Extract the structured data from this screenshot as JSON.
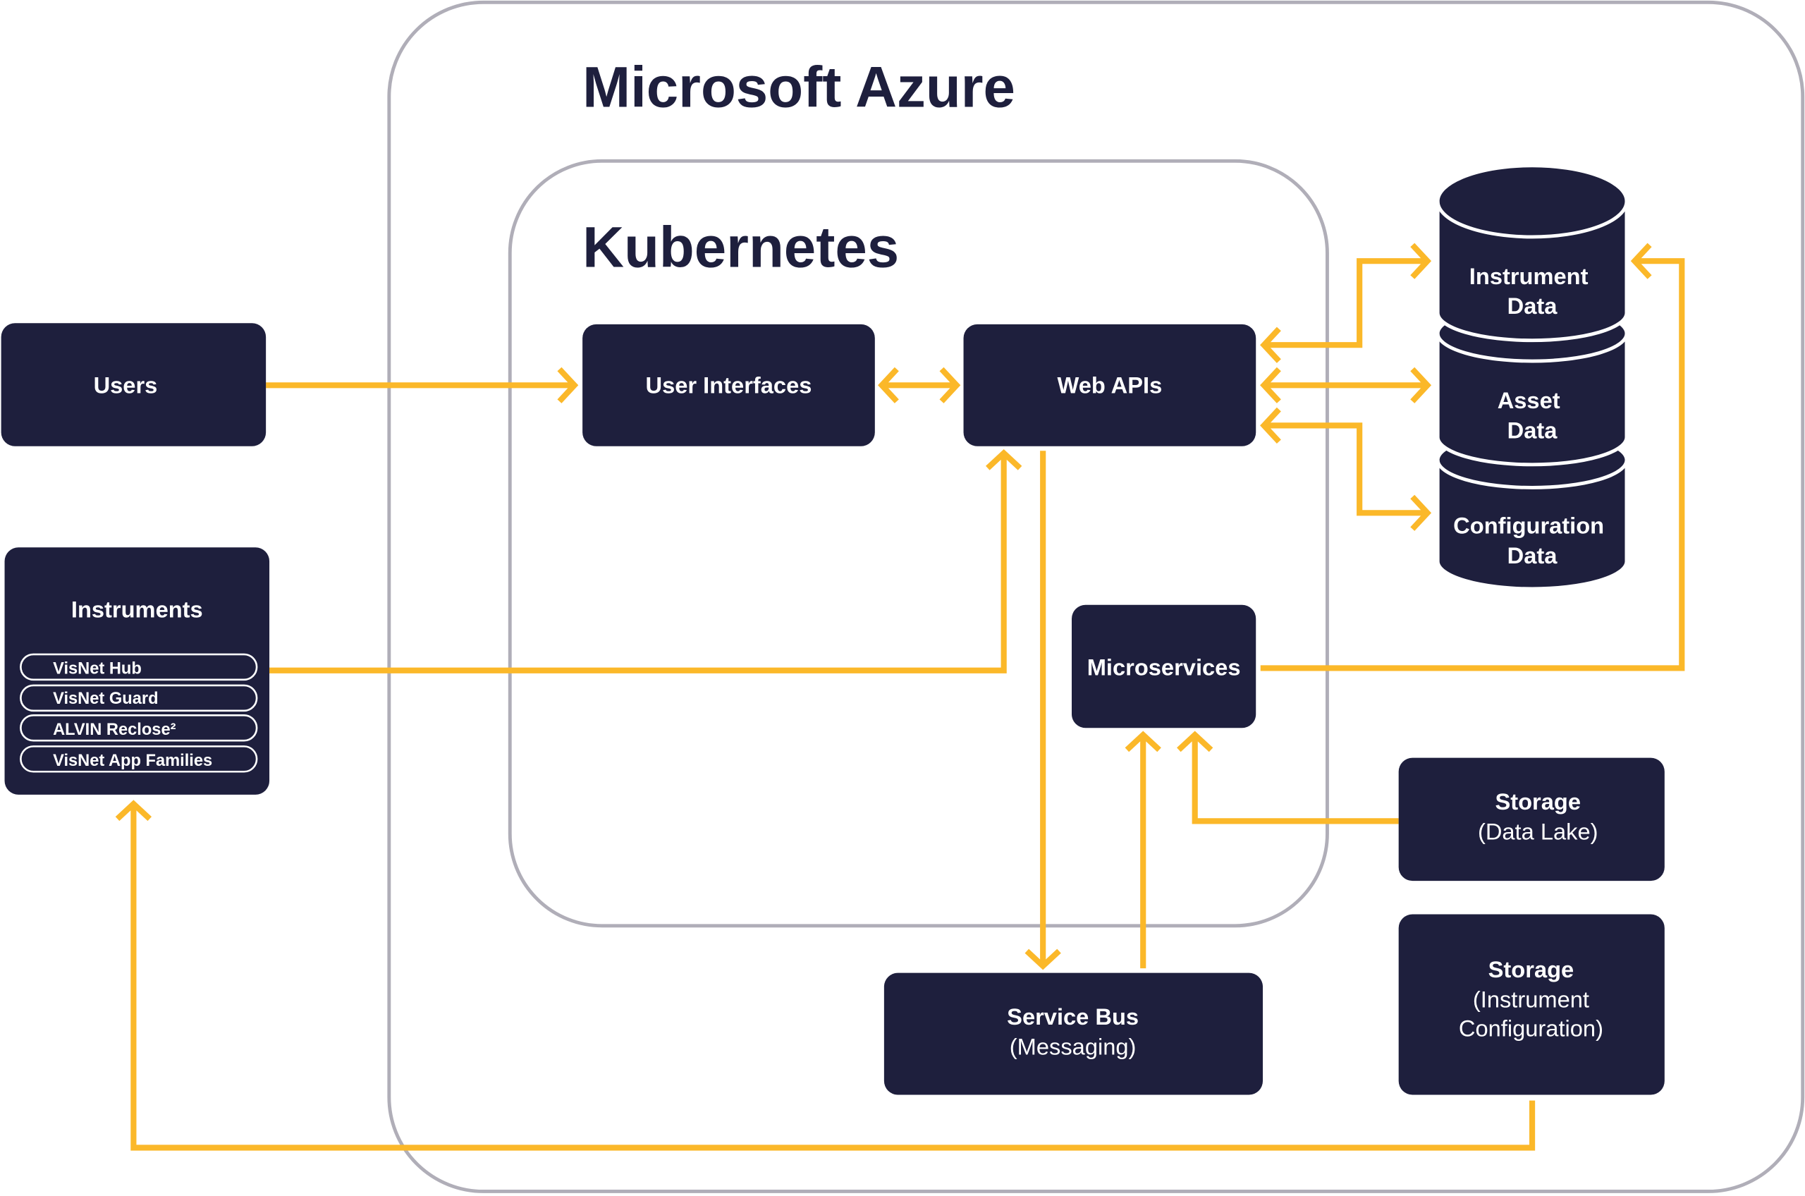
{
  "diagram": {
    "containers": {
      "azure": {
        "title": "Microsoft Azure"
      },
      "kubernetes": {
        "title": "Kubernetes"
      }
    },
    "nodes": {
      "users": {
        "label": "Users"
      },
      "user_interfaces": {
        "label": "User Interfaces"
      },
      "web_apis": {
        "label": "Web APIs"
      },
      "instruments": {
        "label": "Instruments",
        "items": [
          "VisNet Hub",
          "VisNet Guard",
          "ALVIN Reclose²",
          "VisNet App Families"
        ]
      },
      "microservices": {
        "label": "Microservices"
      },
      "storage_data_lake": {
        "label": "Storage",
        "sublabel": "(Data Lake)"
      },
      "service_bus": {
        "label": "Service Bus",
        "sublabel": "(Messaging)"
      },
      "storage_instrument_config": {
        "label": "Storage",
        "sublabel_line1": "(Instrument",
        "sublabel_line2": "Configuration)"
      },
      "database": {
        "segments": [
          {
            "line1": "Instrument",
            "line2": "Data"
          },
          {
            "line1": "Asset",
            "line2": "Data"
          },
          {
            "line1": "Configuration",
            "line2": "Data"
          }
        ]
      }
    },
    "edges": [
      {
        "from": "Users",
        "to": "User Interfaces",
        "direction": "forward"
      },
      {
        "from": "User Interfaces",
        "to": "Web APIs",
        "direction": "both"
      },
      {
        "from": "Web APIs",
        "to": "Instrument Data",
        "direction": "both"
      },
      {
        "from": "Web APIs",
        "to": "Asset Data",
        "direction": "both"
      },
      {
        "from": "Web APIs",
        "to": "Configuration Data",
        "direction": "both"
      },
      {
        "from": "Instruments",
        "to": "Web APIs",
        "direction": "forward"
      },
      {
        "from": "Web APIs",
        "to": "Service Bus",
        "direction": "forward"
      },
      {
        "from": "Service Bus",
        "to": "Microservices",
        "direction": "forward"
      },
      {
        "from": "Storage (Data Lake)",
        "to": "Microservices",
        "direction": "forward"
      },
      {
        "from": "Microservices",
        "to": "Instrument Data",
        "direction": "forward"
      },
      {
        "from": "Storage (Instrument Configuration)",
        "to": "Instruments",
        "direction": "forward"
      }
    ],
    "colors": {
      "node_fill": "#1e1f3d",
      "connector": "#fbb829",
      "container_border": "#b0aeb8",
      "title": "#1e1f3d"
    }
  }
}
